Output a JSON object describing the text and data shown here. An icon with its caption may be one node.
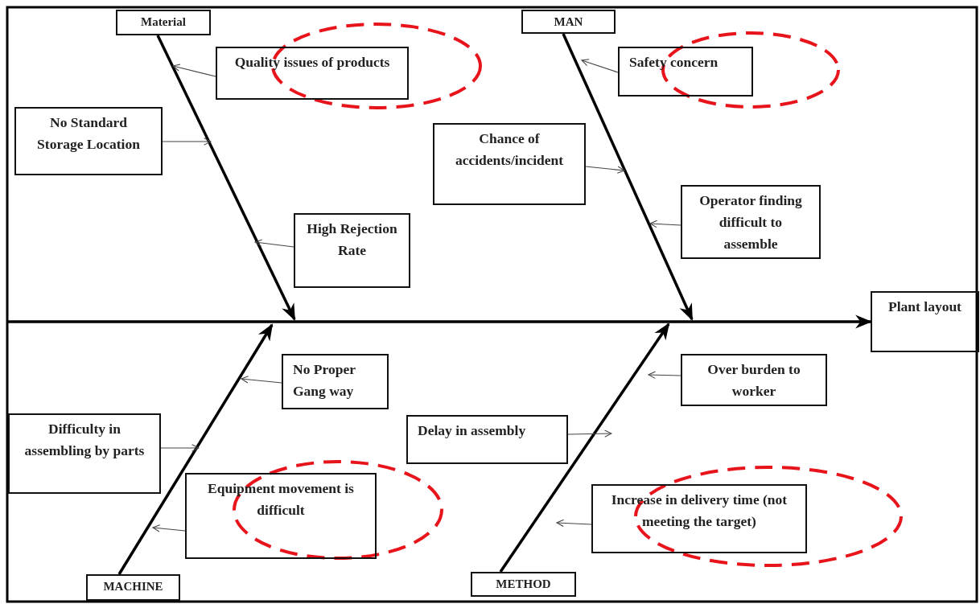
{
  "diagram": {
    "nodes": [
      {
        "text": [
          "Material"
        ]
      },
      {
        "text": [
          "Quality issues of products"
        ]
      },
      {
        "text": [
          "No Standard Storage Location"
        ]
      },
      {
        "text": [
          "High Rejection Rate"
        ]
      },
      {
        "text": [
          "MAN"
        ]
      },
      {
        "text": [
          "Safety concern"
        ]
      },
      {
        "text": [
          "Chance of accidents/incident"
        ]
      },
      {
        "text": [
          "Operator finding difficult to assemble"
        ]
      },
      {
        "text": [
          "Plant layout"
        ]
      },
      {
        "text": [
          "No Proper Gang way"
        ]
      },
      {
        "text": [
          "Difficulty in assembling by parts"
        ]
      },
      {
        "text": [
          "Equipment movement is difficult"
        ]
      },
      {
        "text": [
          "MACHINE"
        ]
      },
      {
        "text": [
          "Over burden to worker"
        ]
      },
      {
        "text": [
          "Delay in assembly"
        ]
      },
      {
        "text": [
          "Increase in delivery time (not meeting the target)"
        ]
      },
      {
        "text": [
          "METHOD"
        ]
      },
      {
        "text": [],
        "shape": "ellipse"
      },
      {
        "text": [],
        "shape": "ellipse"
      },
      {
        "text": [],
        "shape": "ellipse"
      },
      {
        "text": [],
        "shape": "ellipse"
      }
    ],
    "edges": [
      {
        "from": null,
        "to": 8,
        "arrow": "to",
        "style": "thick"
      },
      {
        "from": 0,
        "to": null,
        "arrow": "to",
        "style": "thick"
      },
      {
        "from": 4,
        "to": null,
        "arrow": "to",
        "style": "thick"
      },
      {
        "from": 12,
        "to": null,
        "arrow": "to",
        "style": "thick"
      },
      {
        "from": 16,
        "to": null,
        "arrow": "to",
        "style": "thick"
      },
      {
        "from": 1,
        "to": null,
        "arrow": "to"
      },
      {
        "from": 2,
        "to": null,
        "arrow": "to"
      },
      {
        "from": 3,
        "to": null,
        "arrow": "to"
      },
      {
        "from": 5,
        "to": null,
        "arrow": "to"
      },
      {
        "from": 6,
        "to": null,
        "arrow": "to"
      },
      {
        "from": 7,
        "to": null,
        "arrow": "to"
      },
      {
        "from": 9,
        "to": null,
        "arrow": "to"
      },
      {
        "from": 10,
        "to": null,
        "arrow": "to"
      },
      {
        "from": 11,
        "to": null,
        "arrow": "to"
      },
      {
        "from": 13,
        "to": null,
        "arrow": "to"
      },
      {
        "from": 14,
        "to": null,
        "arrow": "to"
      },
      {
        "from": 15,
        "to": null,
        "arrow": "to"
      }
    ]
  }
}
